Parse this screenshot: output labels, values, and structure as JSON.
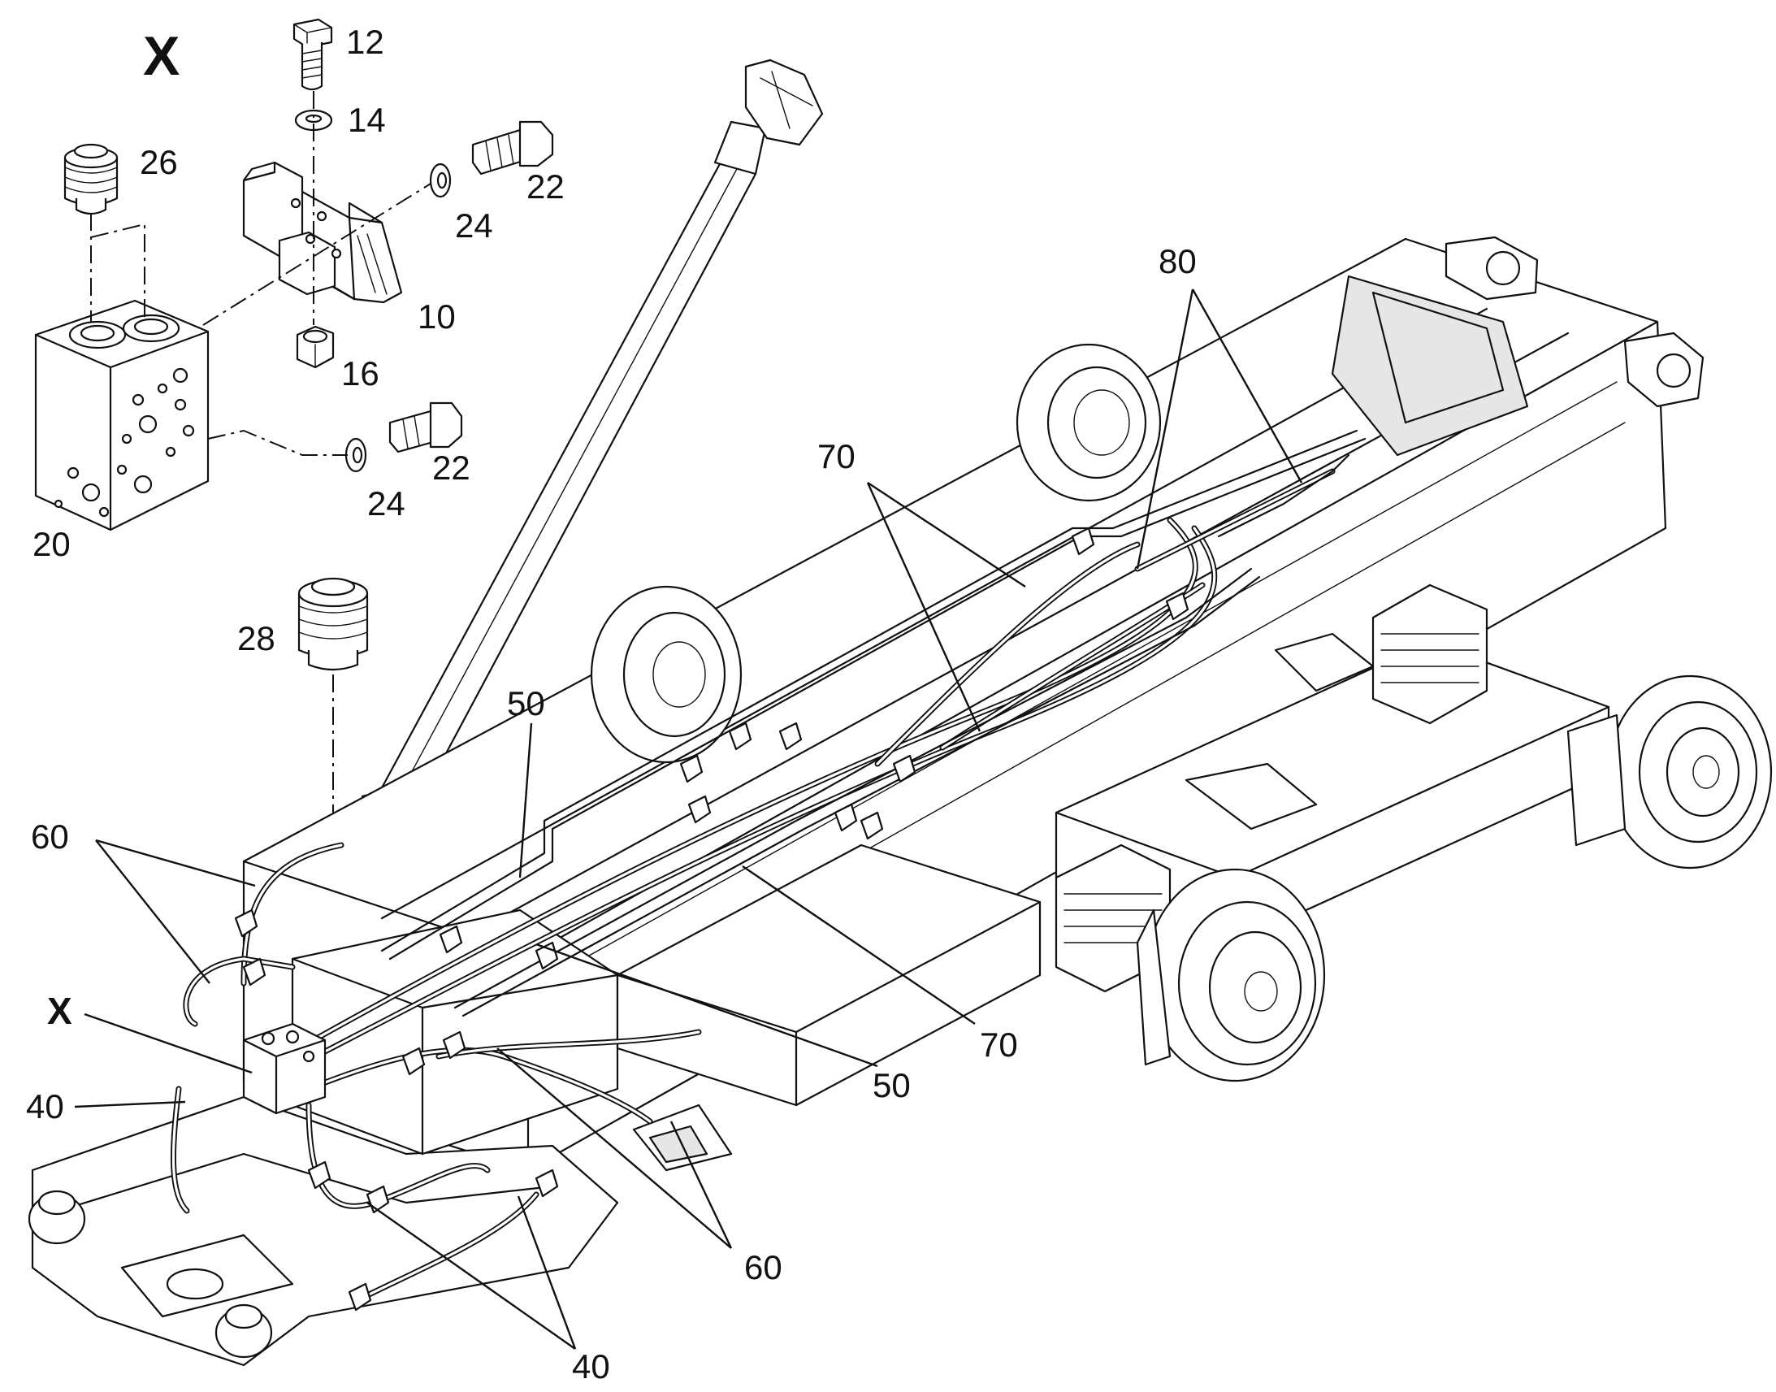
{
  "detail": {
    "title": "X",
    "parts": {
      "p10": "10",
      "p12": "12",
      "p14": "14",
      "p16": "16",
      "p20": "20",
      "p22a": "22",
      "p22b": "22",
      "p24a": "24",
      "p24b": "24",
      "p26": "26"
    }
  },
  "main": {
    "detail_marker": "X",
    "callouts": {
      "c28": "28",
      "c40a": "40",
      "c40b": "40",
      "c50a": "50",
      "c50b": "50",
      "c60a": "60",
      "c60b": "60",
      "c70a": "70",
      "c70b": "70",
      "c80": "80"
    }
  }
}
